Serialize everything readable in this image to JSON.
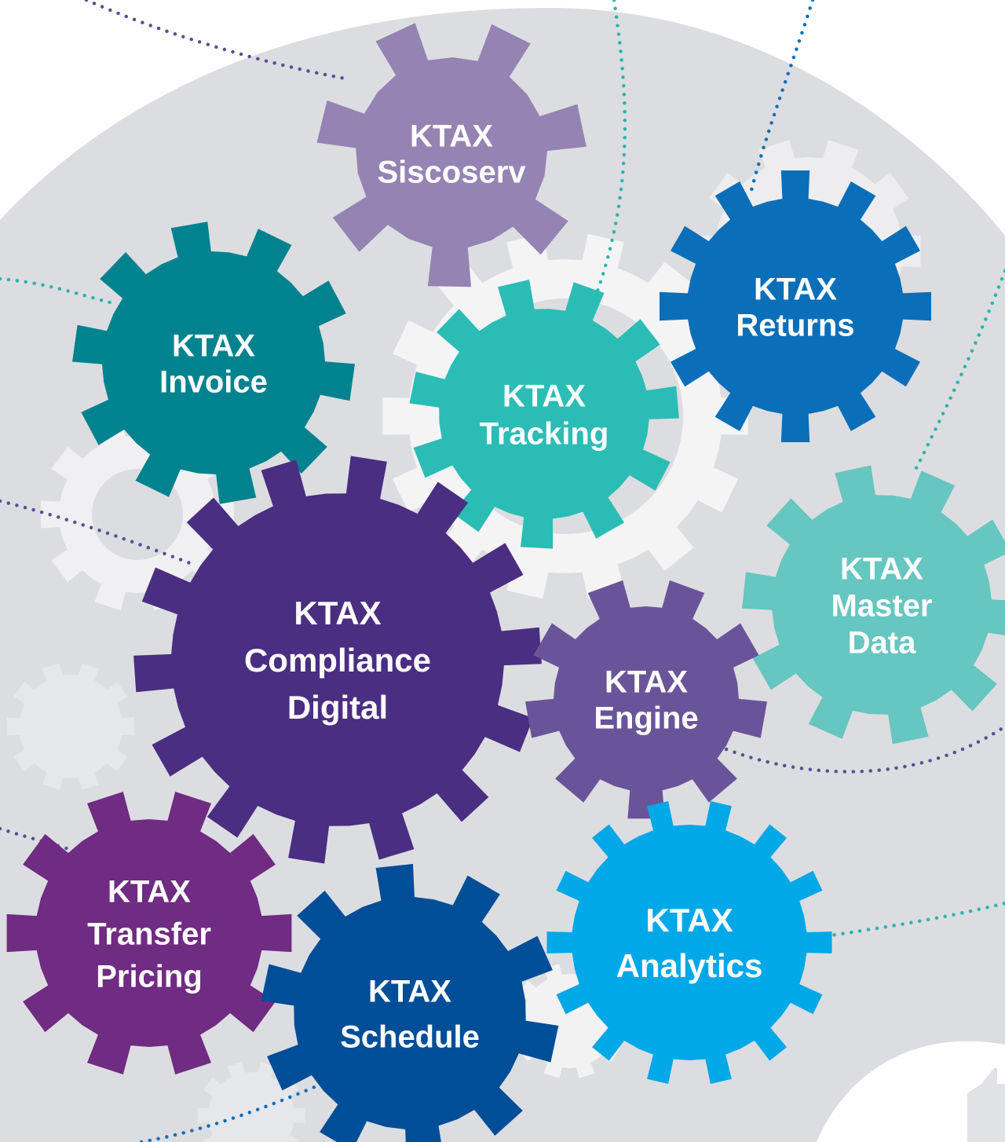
{
  "palette": {
    "background": "#ffffff",
    "head": "#dcdde0",
    "ghost_gear": "#eeeff1",
    "dot_purple": "#5b4e96",
    "dot_teal": "#2bb3b1",
    "dot_blue": "#0a6fb8"
  },
  "gears": [
    {
      "id": "siscoserv",
      "lines": [
        "KTAX",
        "Siscoserv"
      ],
      "color": "#9583b3"
    },
    {
      "id": "invoice",
      "lines": [
        "KTAX",
        "Invoice"
      ],
      "color": "#00838f"
    },
    {
      "id": "tracking",
      "lines": [
        "KTAX",
        "Tracking"
      ],
      "color": "#2bbdb5"
    },
    {
      "id": "returns",
      "lines": [
        "KTAX",
        "Returns"
      ],
      "color": "#0a6fb8"
    },
    {
      "id": "master-data",
      "lines": [
        "KTAX",
        "Master",
        "Data"
      ],
      "color": "#66c6c0"
    },
    {
      "id": "compliance",
      "lines": [
        "KTAX",
        "Compliance",
        "Digital"
      ],
      "color": "#4a2e82"
    },
    {
      "id": "engine",
      "lines": [
        "KTAX",
        "Engine"
      ],
      "color": "#6a5499"
    },
    {
      "id": "transfer",
      "lines": [
        "KTAX",
        "Transfer",
        "Pricing"
      ],
      "color": "#702b82"
    },
    {
      "id": "schedule",
      "lines": [
        "KTAX",
        "Schedule"
      ],
      "color": "#004d98"
    },
    {
      "id": "analytics",
      "lines": [
        "KTAX",
        "Analytics"
      ],
      "color": "#00a8e8"
    }
  ]
}
